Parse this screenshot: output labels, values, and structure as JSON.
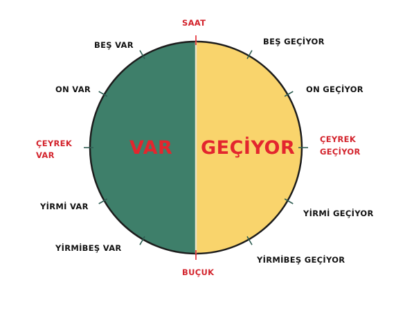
{
  "colors": {
    "var_half": "#3e7f6a",
    "gecmek_half": "#f9d46c",
    "outline": "#1c1c1c",
    "accent_red": "#e3262e",
    "tick": "#2f5d52"
  },
  "halves": {
    "left_label": "VAR",
    "right_label": "GEÇİYOR"
  },
  "labels": {
    "saat": "SAAT",
    "bes_var": "BEŞ VAR",
    "bes_geciyor": "BEŞ GEÇİYOR",
    "on_var": "ON VAR",
    "on_geciyor": "ON GEÇİYOR",
    "ceyrek_var_line1": "ÇEYREK",
    "ceyrek_var_line2": "VAR",
    "ceyrek_geciyor_line1": "ÇEYREK",
    "ceyrek_geciyor_line2": "GEÇİYOR",
    "yirmi_var": "YİRMİ VAR",
    "yirmi_geciyor": "YİRMİ GEÇİYOR",
    "yirmibes_var": "YİRMİBEŞ VAR",
    "yirmibes_geciyor": "YİRMİBEŞ GEÇİYOR",
    "bucuk": "BUÇUK"
  }
}
